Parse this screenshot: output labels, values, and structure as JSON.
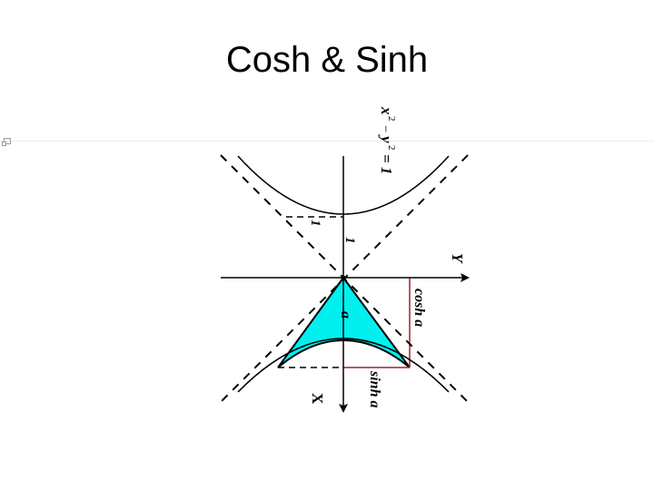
{
  "slide": {
    "title": "Cosh & Sinh"
  },
  "diagram": {
    "equation": "x² − y² = 1",
    "equation_parts": {
      "x": "x",
      "y": "y",
      "exp": "2",
      "rhs": "= 1",
      "minus": "−"
    },
    "labels": {
      "x_axis": "X",
      "y_axis": "Y",
      "vertex_one": "1",
      "dashed_one": "1",
      "area": "a",
      "cosh": "cosh a",
      "sinh": "sinh a"
    },
    "colors": {
      "region_fill": "#00F0F0",
      "projection_lines": "#A0202A",
      "curve": "#000000"
    }
  }
}
